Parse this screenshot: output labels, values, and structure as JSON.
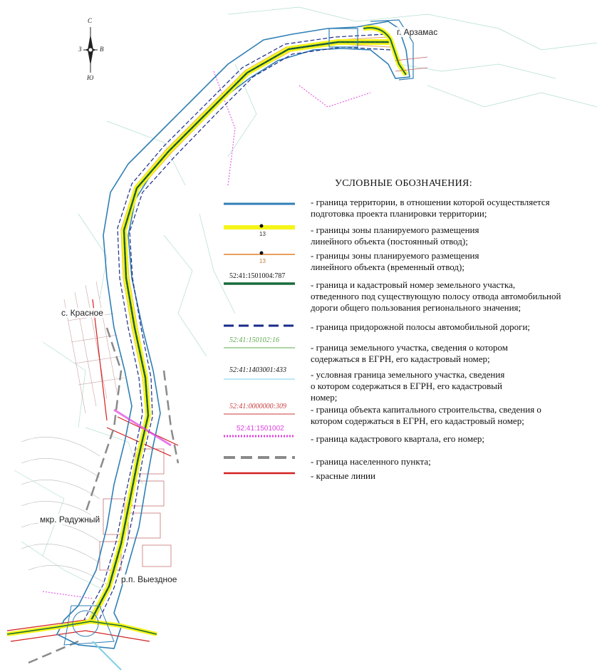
{
  "compass": {
    "north": "С",
    "south": "Ю",
    "west": "З",
    "east": "В"
  },
  "places": {
    "arzamas": "г. Арзамас",
    "krasnoe": "с. Красное",
    "raduzhny": "мкр. Радужный",
    "vyezdnoe": "р.п. Выездное"
  },
  "legend": {
    "title": "УСЛОВНЫЕ ОБОЗНАЧЕНИЯ:",
    "items": [
      {
        "text": "- граница территории, в отношении которой осуществляется\nподготовка проекта планировки территории;",
        "sample_code": "",
        "color": "#2f7fb5"
      },
      {
        "text": "- границы зоны планируемого  размещения\nлинейного объекта (постоянный отвод);",
        "sample_code": "",
        "color": "#f5f51a"
      },
      {
        "text": "- границы зоны планируемого  размещения\nлинейного объекта (временный отвод);",
        "sample_code": "",
        "color": "#e8a060"
      },
      {
        "text": "- граница и кадастровый номер земельного участка,\nотведенного под существующую полосу отвода автомобильной\nдороги общего пользования регионального значения;",
        "sample_code": "52:41:1501004:787",
        "color": "#1a6b3a"
      },
      {
        "text": "- граница придорожной полосы автомобильной     дороги;",
        "sample_code": "",
        "color": "#1a2a8a"
      },
      {
        "text": "- граница земельного участка, сведения о котором\nсодержаться в ЕГРН, его кадастровый номер;",
        "sample_code": "52:41:150102:16",
        "color": "#5aa84a"
      },
      {
        "text": "- условная граница земельного участка, сведения\nо котором содержаться в ЕГРН, его кадастровый\nномер;",
        "sample_code": "52:41:1403001:433",
        "color": "#7fd0e8"
      },
      {
        "text": "- граница объекта капитального строительства, сведения о\nкотором содержаться в ЕГРН, его кадастровый номер;",
        "sample_code": "52:41:0000000:309",
        "color": "#c83a3a"
      },
      {
        "text": "- граница кадастрового квартала, его номер;",
        "sample_code": "52:41:1501002",
        "color": "#e040e0"
      },
      {
        "text": "- граница населенного пункта;",
        "sample_code": "",
        "color": "#8a8a8a"
      },
      {
        "text": "-  красные линии",
        "sample_code": "",
        "color": "#d42020"
      }
    ],
    "marker_label": "13"
  }
}
